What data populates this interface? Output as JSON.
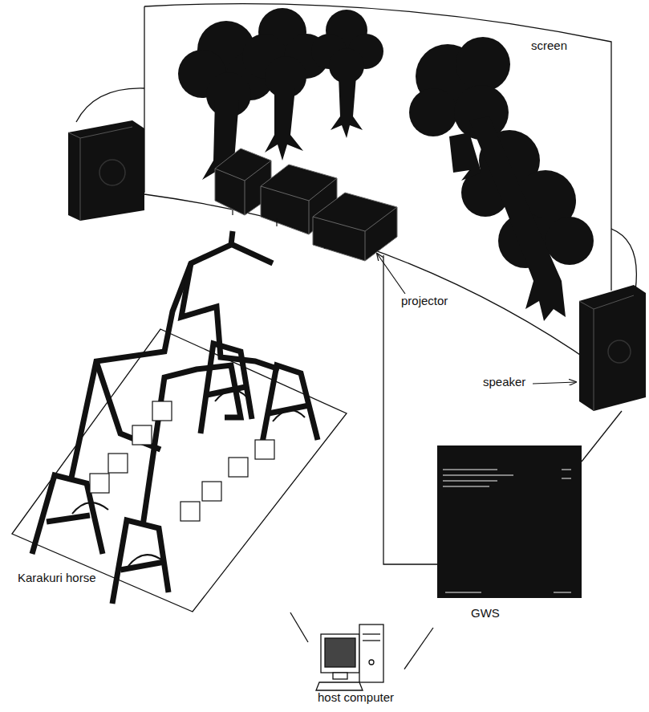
{
  "diagram": {
    "nodes": [
      {
        "text": [
          "Karakuri horse"
        ]
      },
      {
        "text": [
          "host computer"
        ]
      },
      {
        "text": [
          "GWS"
        ]
      }
    ],
    "edges": [
      {
        "from": 0,
        "to": 1,
        "arrow": "none"
      },
      {
        "from": 1,
        "to": 2,
        "arrow": "none"
      }
    ],
    "labels": [
      "screen",
      "projector",
      "speaker"
    ]
  }
}
